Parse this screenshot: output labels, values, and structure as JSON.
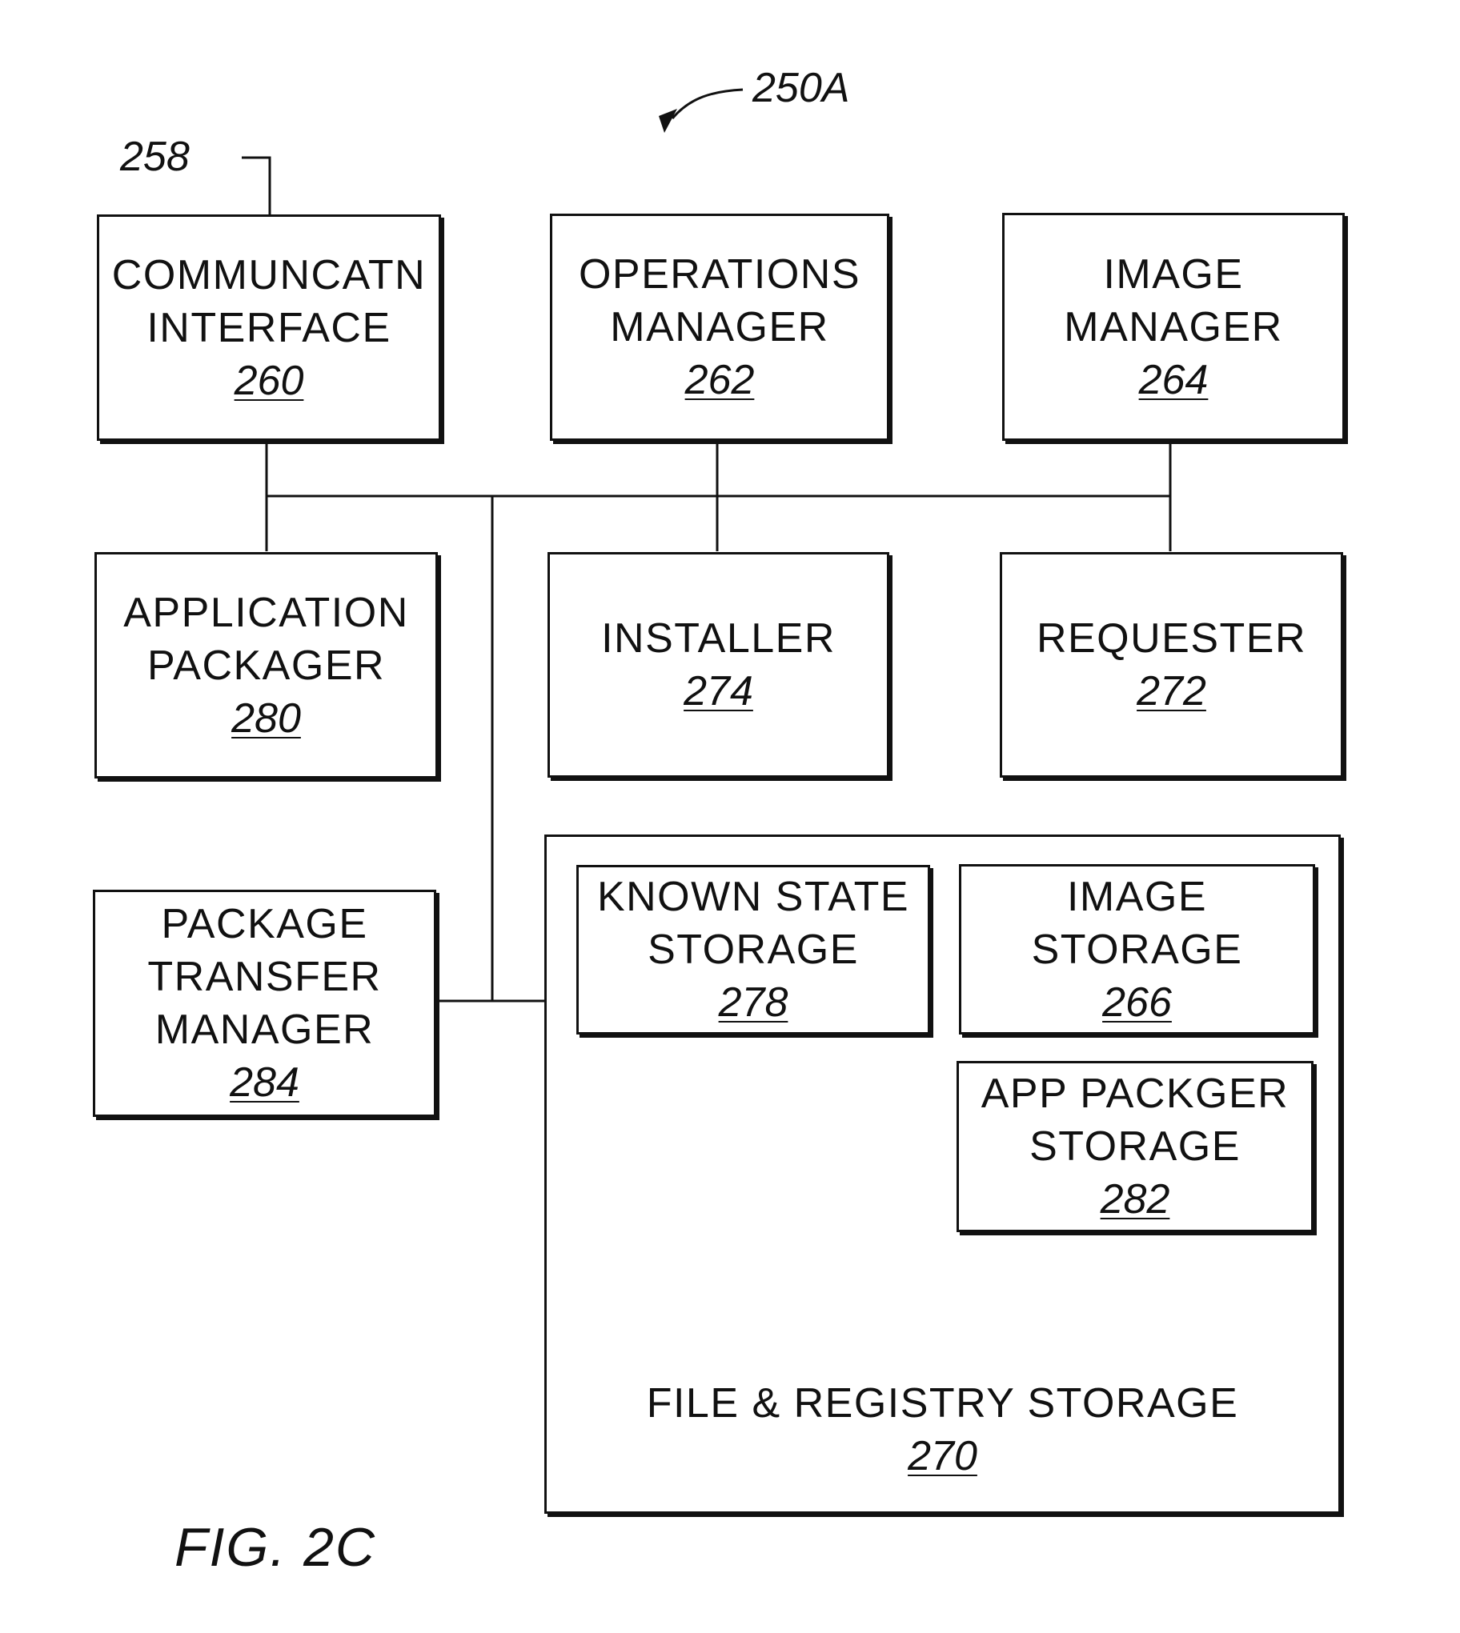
{
  "figure": {
    "reference": "250A",
    "caption": "FIG. 2C",
    "callout": "258"
  },
  "blocks": {
    "communication_interface": {
      "title_lines": [
        "COMMUNCATN",
        "INTERFACE"
      ],
      "ref": "260"
    },
    "operations_manager": {
      "title_lines": [
        "OPERATIONS",
        "MANAGER"
      ],
      "ref": "262"
    },
    "image_manager": {
      "title_lines": [
        "IMAGE",
        "MANAGER"
      ],
      "ref": "264"
    },
    "application_packager": {
      "title_lines": [
        "APPLICATION",
        "PACKAGER"
      ],
      "ref": "280"
    },
    "installer": {
      "title_lines": [
        "INSTALLER"
      ],
      "ref": "274"
    },
    "requester": {
      "title_lines": [
        "REQUESTER"
      ],
      "ref": "272"
    },
    "package_transfer_manager": {
      "title_lines": [
        "PACKAGE",
        "TRANSFER",
        "MANAGER"
      ],
      "ref": "284"
    },
    "file_registry_storage": {
      "title_lines": [
        "FILE & REGISTRY STORAGE"
      ],
      "ref": "270"
    },
    "known_state_storage": {
      "title_lines": [
        "KNOWN STATE",
        "STORAGE"
      ],
      "ref": "278"
    },
    "image_storage": {
      "title_lines": [
        "IMAGE",
        "STORAGE"
      ],
      "ref": "266"
    },
    "app_packager_storage": {
      "title_lines": [
        "APP PACKGER",
        "STORAGE"
      ],
      "ref": "282"
    }
  }
}
